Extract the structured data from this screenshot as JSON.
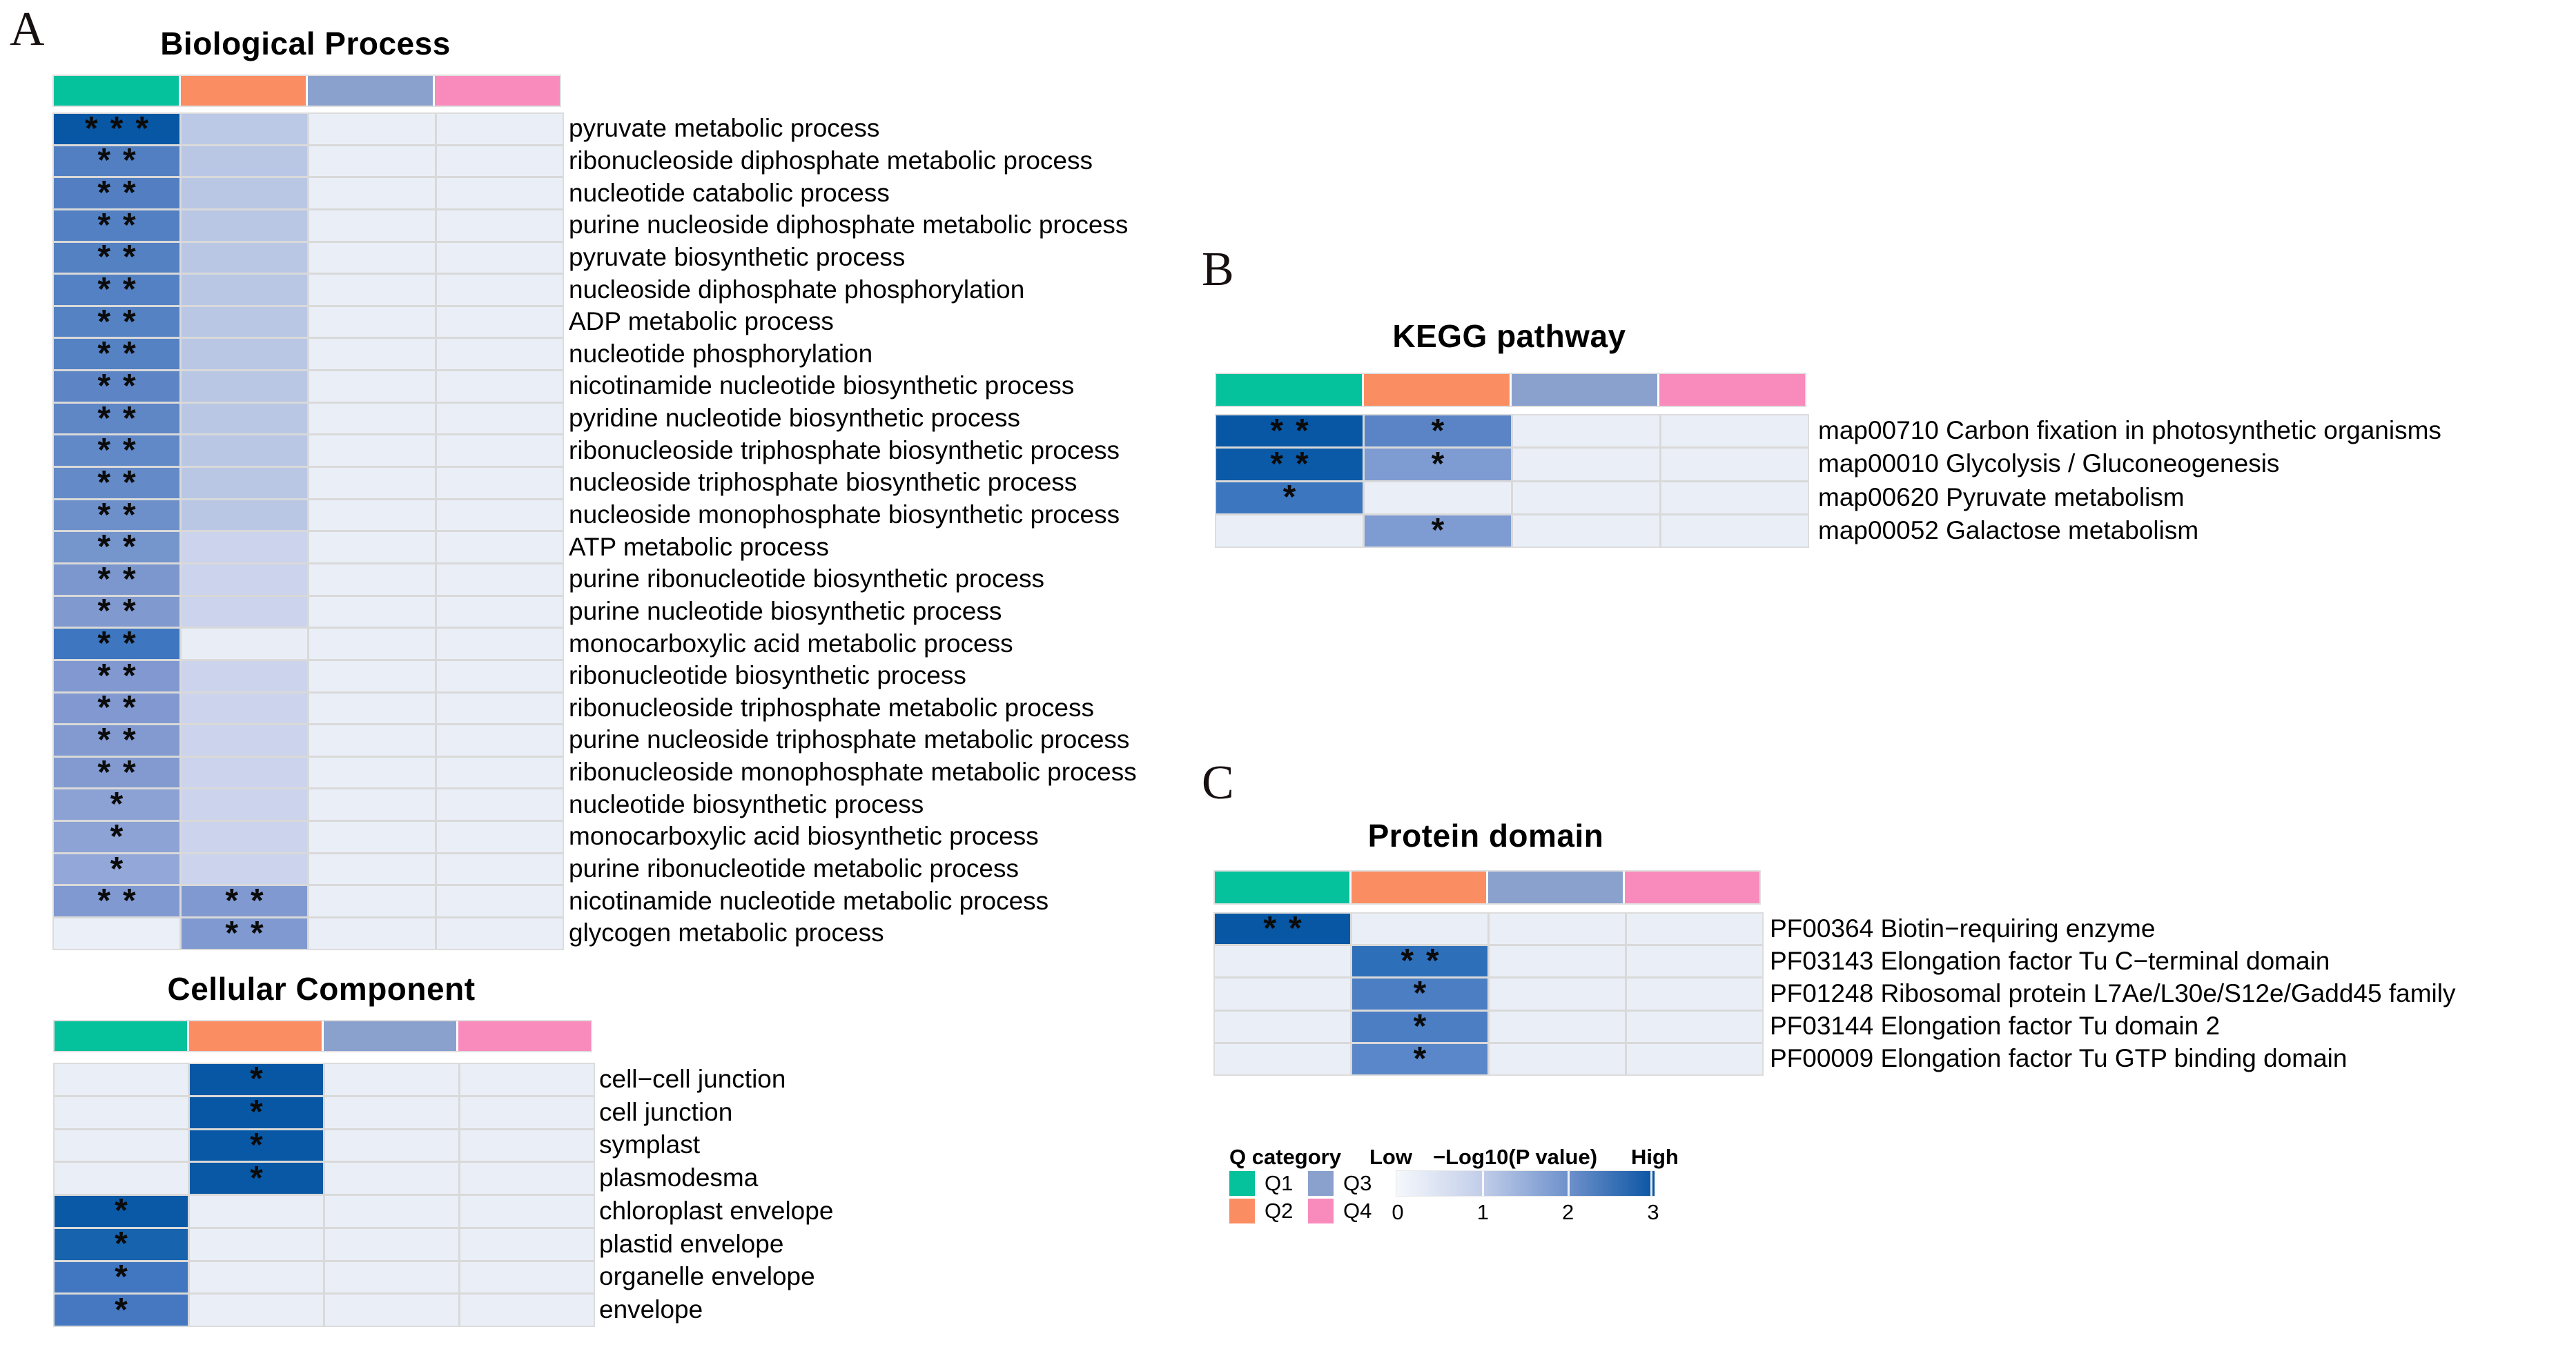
{
  "legend": {
    "q_category_title": "Q category",
    "low_label": "Low",
    "scale_title": "−Log10(P value)",
    "high_label": "High",
    "q_items": [
      {
        "label": "Q1",
        "color": "#05C19C"
      },
      {
        "label": "Q2",
        "color": "#FB8D62"
      },
      {
        "label": "Q3",
        "color": "#8AA1CD"
      },
      {
        "label": "Q4",
        "color": "#F88BBC"
      }
    ],
    "scale_ticks": [
      "0",
      "1",
      "2",
      "3"
    ],
    "scale_range": [
      0,
      3
    ],
    "gradient_stops": [
      "#F5F8FC",
      "#C2CEE9",
      "#6D90CB",
      "#0A55A3"
    ]
  },
  "chart_data": [
    {
      "id": "biological_process",
      "type": "heatmap",
      "panel_letter": "A",
      "title": "Biological Process",
      "columns": [
        "Q1",
        "Q2",
        "Q3",
        "Q4"
      ],
      "column_header_colors": [
        "#05C19C",
        "#FB8D62",
        "#8AA1CD",
        "#F88BBC"
      ],
      "value_scale": "-Log10(P value), 0 to 3",
      "rows": [
        {
          "label": "pyruvate metabolic process",
          "stars": [
            "***",
            "",
            "",
            ""
          ],
          "values": [
            3.0,
            1.0,
            0.15,
            0.15
          ],
          "colors": [
            "#0857A4",
            "#BCC9E6",
            "#EAEFF7",
            "#EAEFF7"
          ]
        },
        {
          "label": "ribonucleoside diphosphate metabolic process",
          "stars": [
            "**",
            "",
            "",
            ""
          ],
          "values": [
            2.2,
            1.0,
            0.15,
            0.15
          ],
          "colors": [
            "#527FC1",
            "#B9C7E5",
            "#EAEFF7",
            "#EAEFF7"
          ]
        },
        {
          "label": "nucleotide catabolic process",
          "stars": [
            "**",
            "",
            "",
            ""
          ],
          "values": [
            2.2,
            1.0,
            0.15,
            0.15
          ],
          "colors": [
            "#537FC2",
            "#B9C7E5",
            "#EAEFF7",
            "#EAEFF7"
          ]
        },
        {
          "label": "purine nucleoside diphosphate metabolic process",
          "stars": [
            "**",
            "",
            "",
            ""
          ],
          "values": [
            2.2,
            1.0,
            0.15,
            0.15
          ],
          "colors": [
            "#5380C2",
            "#B9C7E5",
            "#EAEFF7",
            "#EAEFF7"
          ]
        },
        {
          "label": "pyruvate biosynthetic process",
          "stars": [
            "**",
            "",
            "",
            ""
          ],
          "values": [
            2.15,
            1.0,
            0.15,
            0.15
          ],
          "colors": [
            "#5481C2",
            "#B9C7E5",
            "#EAEFF7",
            "#EAEFF7"
          ]
        },
        {
          "label": "nucleoside diphosphate phosphorylation",
          "stars": [
            "**",
            "",
            "",
            ""
          ],
          "values": [
            2.15,
            1.0,
            0.15,
            0.15
          ],
          "colors": [
            "#5481C3",
            "#B9C7E5",
            "#EAEFF7",
            "#EAEFF7"
          ]
        },
        {
          "label": "ADP metabolic process",
          "stars": [
            "**",
            "",
            "",
            ""
          ],
          "values": [
            2.1,
            1.0,
            0.15,
            0.15
          ],
          "colors": [
            "#5582C3",
            "#B9C7E5",
            "#EAEFF7",
            "#EAEFF7"
          ]
        },
        {
          "label": "nucleotide phosphorylation",
          "stars": [
            "**",
            "",
            "",
            ""
          ],
          "values": [
            2.1,
            1.0,
            0.15,
            0.15
          ],
          "colors": [
            "#5582C3",
            "#B9C7E5",
            "#EAEFF7",
            "#EAEFF7"
          ]
        },
        {
          "label": "nicotinamide nucleotide biosynthetic process",
          "stars": [
            "**",
            "",
            "",
            ""
          ],
          "values": [
            2.05,
            1.0,
            0.15,
            0.15
          ],
          "colors": [
            "#5D85C5",
            "#B9C7E5",
            "#EAEFF7",
            "#EAEFF7"
          ]
        },
        {
          "label": "pyridine nucleotide biosynthetic process",
          "stars": [
            "**",
            "",
            "",
            ""
          ],
          "values": [
            2.05,
            1.0,
            0.15,
            0.15
          ],
          "colors": [
            "#5F86C5",
            "#B9C7E5",
            "#EAEFF7",
            "#EAEFF7"
          ]
        },
        {
          "label": "ribonucleoside triphosphate biosynthetic process",
          "stars": [
            "**",
            "",
            "",
            ""
          ],
          "values": [
            2.0,
            1.0,
            0.15,
            0.15
          ],
          "colors": [
            "#6289C7",
            "#B9C7E5",
            "#EAEFF7",
            "#EAEFF7"
          ]
        },
        {
          "label": "nucleoside triphosphate biosynthetic process",
          "stars": [
            "**",
            "",
            "",
            ""
          ],
          "values": [
            2.0,
            1.0,
            0.15,
            0.15
          ],
          "colors": [
            "#648AC7",
            "#B9C7E5",
            "#EAEFF7",
            "#EAEFF7"
          ]
        },
        {
          "label": "nucleoside monophosphate biosynthetic process",
          "stars": [
            "**",
            "",
            "",
            ""
          ],
          "values": [
            1.9,
            1.0,
            0.15,
            0.15
          ],
          "colors": [
            "#6E90CA",
            "#B9C7E5",
            "#EAEFF7",
            "#EAEFF7"
          ]
        },
        {
          "label": "ATP metabolic process",
          "stars": [
            "**",
            "",
            "",
            ""
          ],
          "values": [
            1.85,
            0.75,
            0.15,
            0.15
          ],
          "colors": [
            "#7595CD",
            "#CBD4EC",
            "#EAEFF7",
            "#EAEFF7"
          ]
        },
        {
          "label": "purine ribonucleotide biosynthetic process",
          "stars": [
            "**",
            "",
            "",
            ""
          ],
          "values": [
            1.8,
            0.75,
            0.15,
            0.15
          ],
          "colors": [
            "#7B97CE",
            "#CBD4EC",
            "#EAEFF7",
            "#EAEFF7"
          ]
        },
        {
          "label": "purine nucleotide biosynthetic process",
          "stars": [
            "**",
            "",
            "",
            ""
          ],
          "values": [
            1.75,
            0.75,
            0.15,
            0.15
          ],
          "colors": [
            "#8099CF",
            "#CBD4EC",
            "#EAEFF7",
            "#EAEFF7"
          ]
        },
        {
          "label": "monocarboxylic acid metabolic process",
          "stars": [
            "**",
            "",
            "",
            ""
          ],
          "values": [
            2.4,
            0.2,
            0.15,
            0.15
          ],
          "colors": [
            "#3E76BF",
            "#E9EEF6",
            "#EAEFF7",
            "#EAEFF7"
          ]
        },
        {
          "label": "ribonucleotide biosynthetic process",
          "stars": [
            "**",
            "",
            "",
            ""
          ],
          "values": [
            1.7,
            0.75,
            0.15,
            0.15
          ],
          "colors": [
            "#8199D0",
            "#CBD4EC",
            "#EAEFF7",
            "#EAEFF7"
          ]
        },
        {
          "label": "ribonucleoside triphosphate metabolic process",
          "stars": [
            "**",
            "",
            "",
            ""
          ],
          "values": [
            1.7,
            0.75,
            0.15,
            0.15
          ],
          "colors": [
            "#8199D0",
            "#CBD4EC",
            "#EAEFF7",
            "#EAEFF7"
          ]
        },
        {
          "label": "purine nucleoside triphosphate metabolic process",
          "stars": [
            "**",
            "",
            "",
            ""
          ],
          "values": [
            1.7,
            0.75,
            0.15,
            0.15
          ],
          "colors": [
            "#829AD0",
            "#CBD4EC",
            "#EAEFF7",
            "#EAEFF7"
          ]
        },
        {
          "label": "ribonucleoside monophosphate metabolic process",
          "stars": [
            "**",
            "",
            "",
            ""
          ],
          "values": [
            1.7,
            0.75,
            0.15,
            0.15
          ],
          "colors": [
            "#829AD0",
            "#CBD4EC",
            "#EAEFF7",
            "#EAEFF7"
          ]
        },
        {
          "label": "nucleotide biosynthetic process",
          "stars": [
            "*",
            "",
            "",
            ""
          ],
          "values": [
            1.55,
            0.75,
            0.15,
            0.15
          ],
          "colors": [
            "#8CA2D5",
            "#CBD4EC",
            "#EAEFF7",
            "#EAEFF7"
          ]
        },
        {
          "label": "monocarboxylic acid biosynthetic process",
          "stars": [
            "*",
            "",
            "",
            ""
          ],
          "values": [
            1.55,
            0.75,
            0.15,
            0.15
          ],
          "colors": [
            "#8DA3D5",
            "#CBD4EC",
            "#EAEFF7",
            "#EAEFF7"
          ]
        },
        {
          "label": "purine ribonucleotide metabolic process",
          "stars": [
            "*",
            "",
            "",
            ""
          ],
          "values": [
            1.5,
            0.75,
            0.15,
            0.15
          ],
          "colors": [
            "#93A8D8",
            "#CBD4EC",
            "#EAEFF7",
            "#EAEFF7"
          ]
        },
        {
          "label": "nicotinamide nucleotide metabolic process",
          "stars": [
            "**",
            "**",
            "",
            ""
          ],
          "values": [
            1.7,
            1.7,
            0.15,
            0.15
          ],
          "colors": [
            "#8099D0",
            "#8099D0",
            "#EAEFF7",
            "#EAEFF7"
          ]
        },
        {
          "label": "glycogen metabolic process",
          "stars": [
            "",
            "**",
            "",
            ""
          ],
          "values": [
            0.1,
            1.7,
            0.15,
            0.15
          ],
          "colors": [
            "#EBF0F8",
            "#8099D0",
            "#EAEFF7",
            "#EAEFF7"
          ]
        }
      ]
    },
    {
      "id": "cellular_component",
      "type": "heatmap",
      "panel_letter": "",
      "title": "Cellular Component",
      "columns": [
        "Q1",
        "Q2",
        "Q3",
        "Q4"
      ],
      "column_header_colors": [
        "#05C19C",
        "#FB8D62",
        "#8AA1CD",
        "#F88BBC"
      ],
      "value_scale": "-Log10(P value), 0 to 3",
      "rows": [
        {
          "label": "cell−cell junction",
          "stars": [
            "",
            "*",
            "",
            ""
          ],
          "values": [
            0.15,
            3.0,
            0.15,
            0.15
          ],
          "colors": [
            "#EAEFF7",
            "#0857A4",
            "#EAEFF7",
            "#EAEFF7"
          ]
        },
        {
          "label": "cell junction",
          "stars": [
            "",
            "*",
            "",
            ""
          ],
          "values": [
            0.15,
            3.0,
            0.15,
            0.15
          ],
          "colors": [
            "#EAEFF7",
            "#0857A4",
            "#EAEFF7",
            "#EAEFF7"
          ]
        },
        {
          "label": "symplast",
          "stars": [
            "",
            "*",
            "",
            ""
          ],
          "values": [
            0.15,
            3.0,
            0.15,
            0.15
          ],
          "colors": [
            "#EAEFF7",
            "#0858A5",
            "#EAEFF7",
            "#EAEFF7"
          ]
        },
        {
          "label": "plasmodesma",
          "stars": [
            "",
            "*",
            "",
            ""
          ],
          "values": [
            0.15,
            3.0,
            0.15,
            0.15
          ],
          "colors": [
            "#EAEFF7",
            "#0858A5",
            "#EAEFF7",
            "#EAEFF7"
          ]
        },
        {
          "label": "chloroplast envelope",
          "stars": [
            "*",
            "",
            "",
            ""
          ],
          "values": [
            2.95,
            0.15,
            0.15,
            0.15
          ],
          "colors": [
            "#0A59A6",
            "#EAEFF7",
            "#EAEFF7",
            "#EAEFF7"
          ]
        },
        {
          "label": "plastid envelope",
          "stars": [
            "*",
            "",
            "",
            ""
          ],
          "values": [
            2.8,
            0.15,
            0.15,
            0.15
          ],
          "colors": [
            "#1763AE",
            "#EAEFF7",
            "#EAEFF7",
            "#EAEFF7"
          ]
        },
        {
          "label": "organelle envelope",
          "stars": [
            "*",
            "",
            "",
            ""
          ],
          "values": [
            2.4,
            0.15,
            0.15,
            0.15
          ],
          "colors": [
            "#4077C0",
            "#EAEFF7",
            "#EAEFF7",
            "#EAEFF7"
          ]
        },
        {
          "label": "envelope",
          "stars": [
            "*",
            "",
            "",
            ""
          ],
          "values": [
            2.35,
            0.15,
            0.15,
            0.15
          ],
          "colors": [
            "#4578C1",
            "#EAEFF7",
            "#EAEFF7",
            "#EAEFF7"
          ]
        }
      ]
    },
    {
      "id": "kegg_pathway",
      "type": "heatmap",
      "panel_letter": "B",
      "title": "KEGG pathway",
      "columns": [
        "Q1",
        "Q2",
        "Q3",
        "Q4"
      ],
      "column_header_colors": [
        "#05C19C",
        "#FB8D62",
        "#8AA1CD",
        "#F88BBC"
      ],
      "value_scale": "-Log10(P value), 0 to 3",
      "rows": [
        {
          "label": "map00710 Carbon fixation in photosynthetic organisms",
          "stars": [
            "**",
            "*",
            "",
            ""
          ],
          "values": [
            3.0,
            2.1,
            0.15,
            0.15
          ],
          "colors": [
            "#0857A4",
            "#5A84C6",
            "#EAEFF7",
            "#EAEFF7"
          ]
        },
        {
          "label": "map00010 Glycolysis / Gluconeogenesis",
          "stars": [
            "**",
            "*",
            "",
            ""
          ],
          "values": [
            2.9,
            1.7,
            0.15,
            0.15
          ],
          "colors": [
            "#0B5AA7",
            "#7E9BD2",
            "#EAEFF7",
            "#EAEFF7"
          ]
        },
        {
          "label": "map00620 Pyruvate metabolism",
          "stars": [
            "*",
            "",
            "",
            ""
          ],
          "values": [
            2.4,
            0.15,
            0.15,
            0.15
          ],
          "colors": [
            "#3C76BF",
            "#EAEFF7",
            "#EAEFF7",
            "#EAEFF7"
          ]
        },
        {
          "label": "map00052 Galactose metabolism",
          "stars": [
            "",
            "*",
            "",
            ""
          ],
          "values": [
            0.15,
            1.7,
            0.15,
            0.15
          ],
          "colors": [
            "#EAEFF7",
            "#7E9BD2",
            "#EAEFF7",
            "#EAEFF7"
          ]
        }
      ]
    },
    {
      "id": "protein_domain",
      "type": "heatmap",
      "panel_letter": "C",
      "title": "Protein domain",
      "columns": [
        "Q1",
        "Q2",
        "Q3",
        "Q4"
      ],
      "column_header_colors": [
        "#05C19C",
        "#FB8D62",
        "#8AA1CD",
        "#F88BBC"
      ],
      "value_scale": "-Log10(P value), 0 to 3",
      "rows": [
        {
          "label": "PF00364 Biotin−requiring enzyme",
          "stars": [
            "**",
            "",
            "",
            ""
          ],
          "values": [
            3.0,
            0.15,
            0.15,
            0.15
          ],
          "colors": [
            "#0857A4",
            "#EAEFF7",
            "#EAEFF7",
            "#EAEFF7"
          ]
        },
        {
          "label": "PF03143 Elongation factor Tu C−terminal domain",
          "stars": [
            "",
            "**",
            "",
            ""
          ],
          "values": [
            0.15,
            2.6,
            0.15,
            0.15
          ],
          "colors": [
            "#EAEFF7",
            "#2E6FBA",
            "#EAEFF7",
            "#EAEFF7"
          ]
        },
        {
          "label": "PF01248 Ribosomal protein L7Ae/L30e/S12e/Gadd45 family",
          "stars": [
            "",
            "*",
            "",
            ""
          ],
          "values": [
            0.15,
            2.3,
            0.15,
            0.15
          ],
          "colors": [
            "#EAEFF7",
            "#4C7EC4",
            "#EAEFF7",
            "#EAEFF7"
          ]
        },
        {
          "label": "PF03144 Elongation factor Tu domain 2",
          "stars": [
            "",
            "*",
            "",
            ""
          ],
          "values": [
            0.15,
            2.3,
            0.15,
            0.15
          ],
          "colors": [
            "#EAEFF7",
            "#4C7EC4",
            "#EAEFF7",
            "#EAEFF7"
          ]
        },
        {
          "label": "PF00009 Elongation factor Tu GTP binding domain",
          "stars": [
            "",
            "*",
            "",
            ""
          ],
          "values": [
            0.15,
            2.1,
            0.15,
            0.15
          ],
          "colors": [
            "#EAEFF7",
            "#5A87C9",
            "#EAEFF7",
            "#EAEFF7"
          ]
        }
      ]
    }
  ]
}
